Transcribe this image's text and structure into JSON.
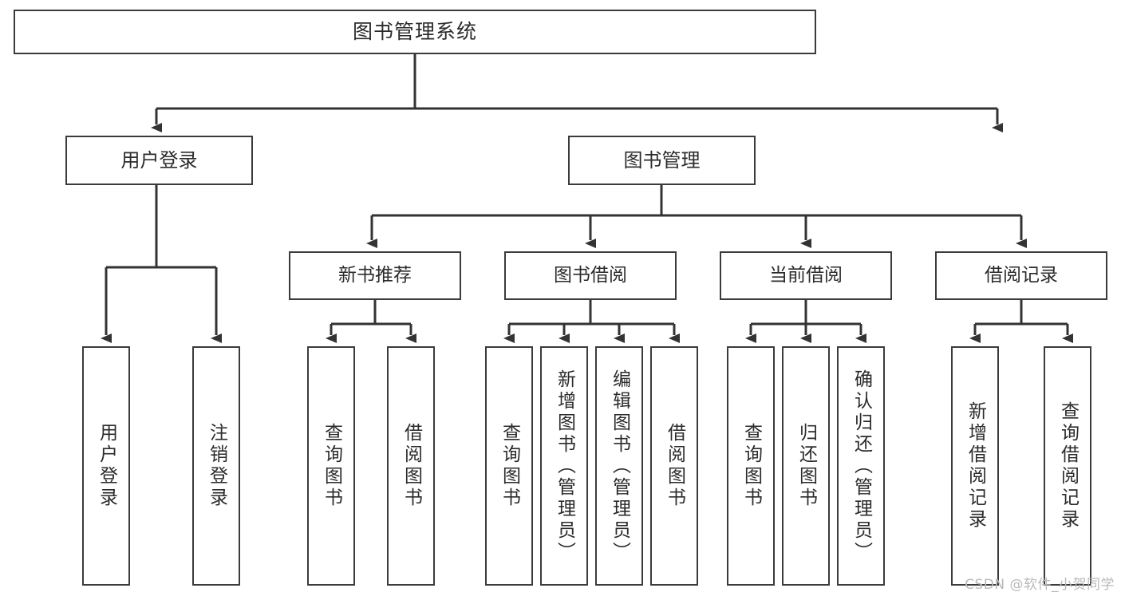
{
  "diagram": {
    "title": "图书管理系统",
    "type": "function-hierarchy-tree",
    "root": {
      "label": "图书管理系统"
    },
    "level2": [
      {
        "label": "用户登录"
      },
      {
        "label": "图书管理"
      }
    ],
    "level3": [
      {
        "label": "新书推荐"
      },
      {
        "label": "图书借阅"
      },
      {
        "label": "当前借阅"
      },
      {
        "label": "借阅记录"
      }
    ],
    "leaves": {
      "user_login": [
        {
          "label": "用户登录"
        },
        {
          "label": "注销登录"
        }
      ],
      "new_book_recommend": [
        {
          "label": "查询图书"
        },
        {
          "label": "借阅图书"
        }
      ],
      "book_borrow": [
        {
          "label": "查询图书"
        },
        {
          "label": "新增图书（管理员）"
        },
        {
          "label": "编辑图书（管理员）"
        },
        {
          "label": "借阅图书"
        }
      ],
      "current_borrow": [
        {
          "label": "查询图书"
        },
        {
          "label": "归还图书"
        },
        {
          "label": "确认归还（管理员）"
        }
      ],
      "borrow_record": [
        {
          "label": "新增借阅记录"
        },
        {
          "label": "查询借阅记录"
        }
      ]
    }
  },
  "watermark": {
    "text": "CSDN @软件_小贺同学"
  },
  "colors": {
    "background": "#ffffff",
    "box_border": "#3b3b3b",
    "text": "#2b2b2b",
    "edge": "#333333",
    "watermark": "#b9b9b9"
  }
}
